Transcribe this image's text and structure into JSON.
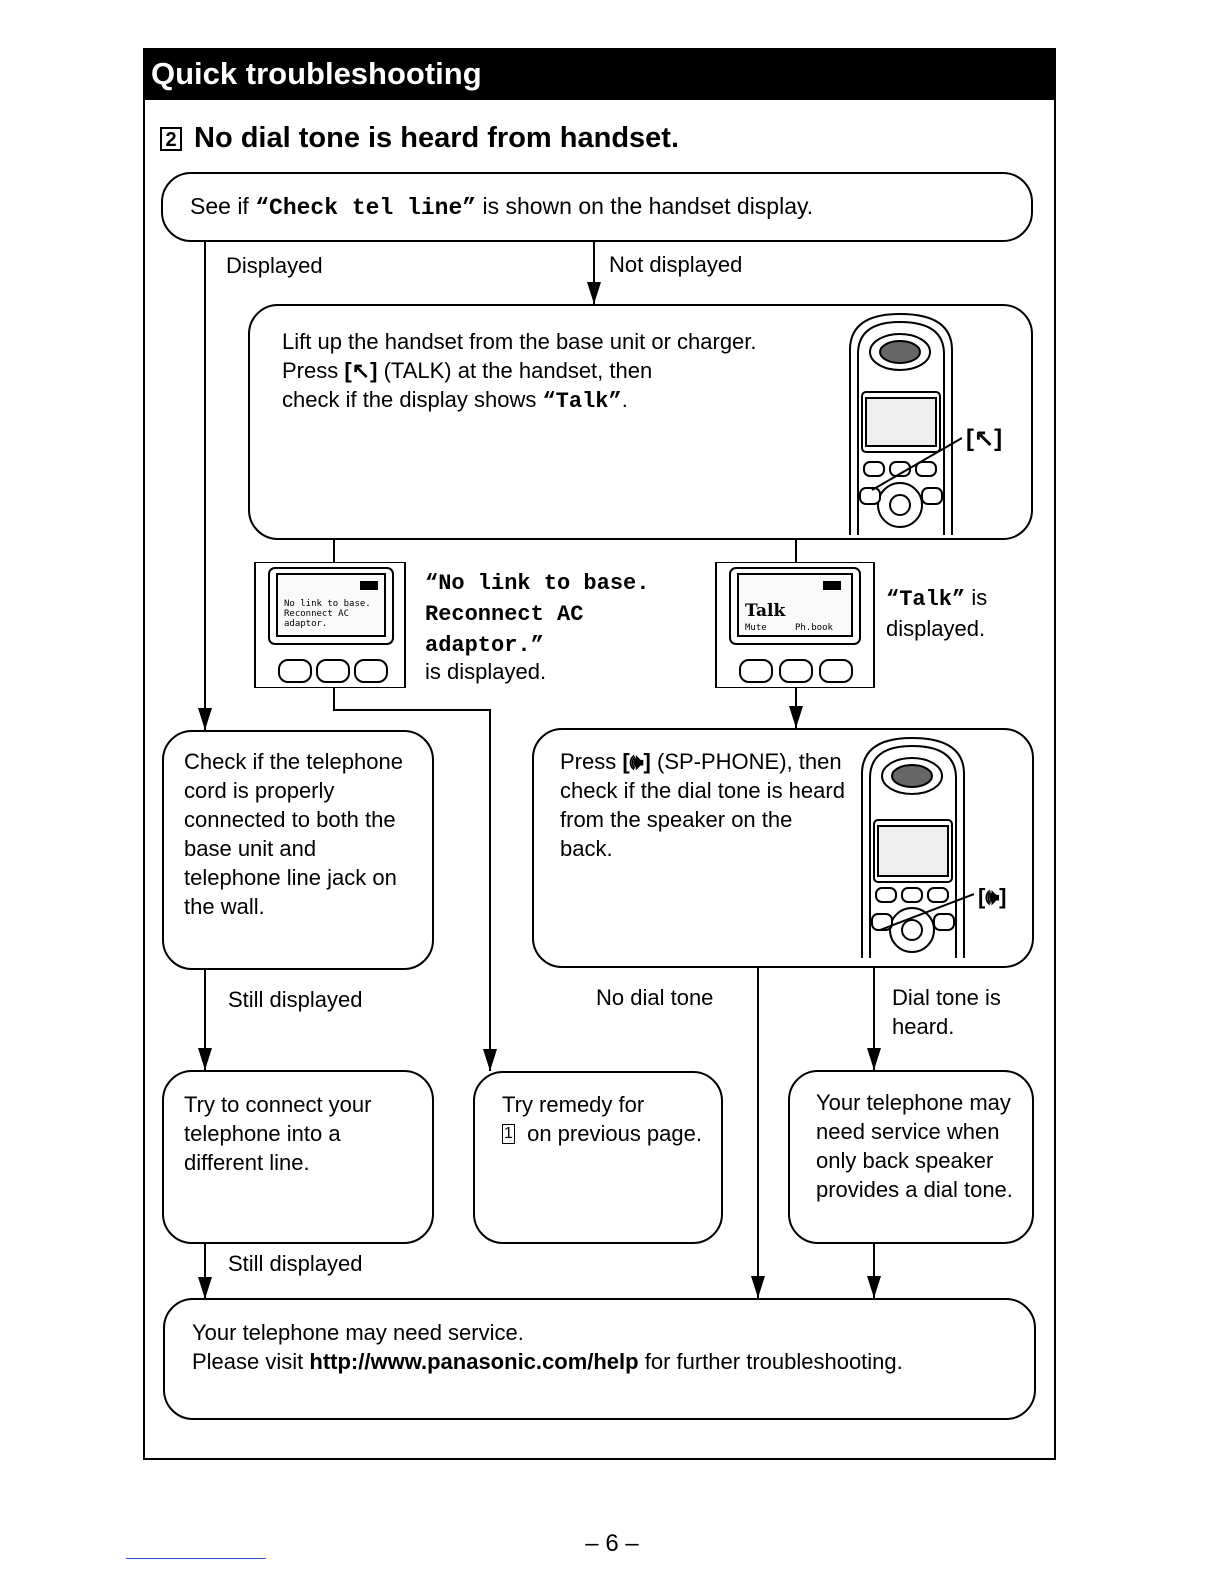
{
  "header": {
    "title": "Quick troubleshooting"
  },
  "section": {
    "number": "2",
    "title": "No dial tone is heard from handset."
  },
  "start": {
    "prefix": "See if ",
    "display_text": "“Check  tel  line”",
    "suffix": " is shown on the handset display."
  },
  "branches": {
    "displayed": "Displayed",
    "not_displayed": "Not displayed",
    "still_displayed_1": "Still displayed",
    "still_displayed_2": "Still displayed",
    "no_dial_tone": "No dial tone",
    "dial_tone_heard": "Dial tone is heard."
  },
  "lift": {
    "line1": "Lift up the handset from the base unit or charger.",
    "line2_prefix": "Press ",
    "talk_key": "[↖]",
    "line2_suffix": " (TALK) at the handset, then",
    "line3_prefix": "check if the display shows ",
    "line3_value": "“Talk”",
    "line3_suffix": ".",
    "callout": "[↖]"
  },
  "nolink": {
    "lcd_text": "No link to base. Reconnect AC adaptor.",
    "message": "“No  link  to base.  Reconnect AC  adaptor.”",
    "suffix": "is displayed."
  },
  "talk_shown": {
    "lcd_big": "Talk",
    "lcd_soft_left": "Mute",
    "lcd_soft_right": "Ph.book",
    "message": "“Talk”",
    "suffix_1": " is",
    "suffix_2": "displayed."
  },
  "check_cord": {
    "text": "Check if the telephone cord is properly connected to both the base unit and telephone line jack on the wall."
  },
  "sp_phone": {
    "prefix": "Press ",
    "key": "[🕪]",
    "suffix": " (SP-PHONE), then check if the dial tone is heard from the speaker on the back.",
    "callout": "[🕪]"
  },
  "try_line": {
    "text": "Try to connect your telephone into a different line."
  },
  "try_remedy": {
    "prefix": "Try remedy for",
    "number": "1",
    "suffix": " on previous page."
  },
  "need_service_back": {
    "text": "Your telephone may need service when only back speaker provides a dial tone."
  },
  "final": {
    "line1": "Your telephone may need service.",
    "line2_prefix": "Please visit ",
    "url": "http://www.panasonic.com/help",
    "line2_suffix": " for further troubleshooting."
  },
  "page": {
    "number": "– 6 –"
  }
}
